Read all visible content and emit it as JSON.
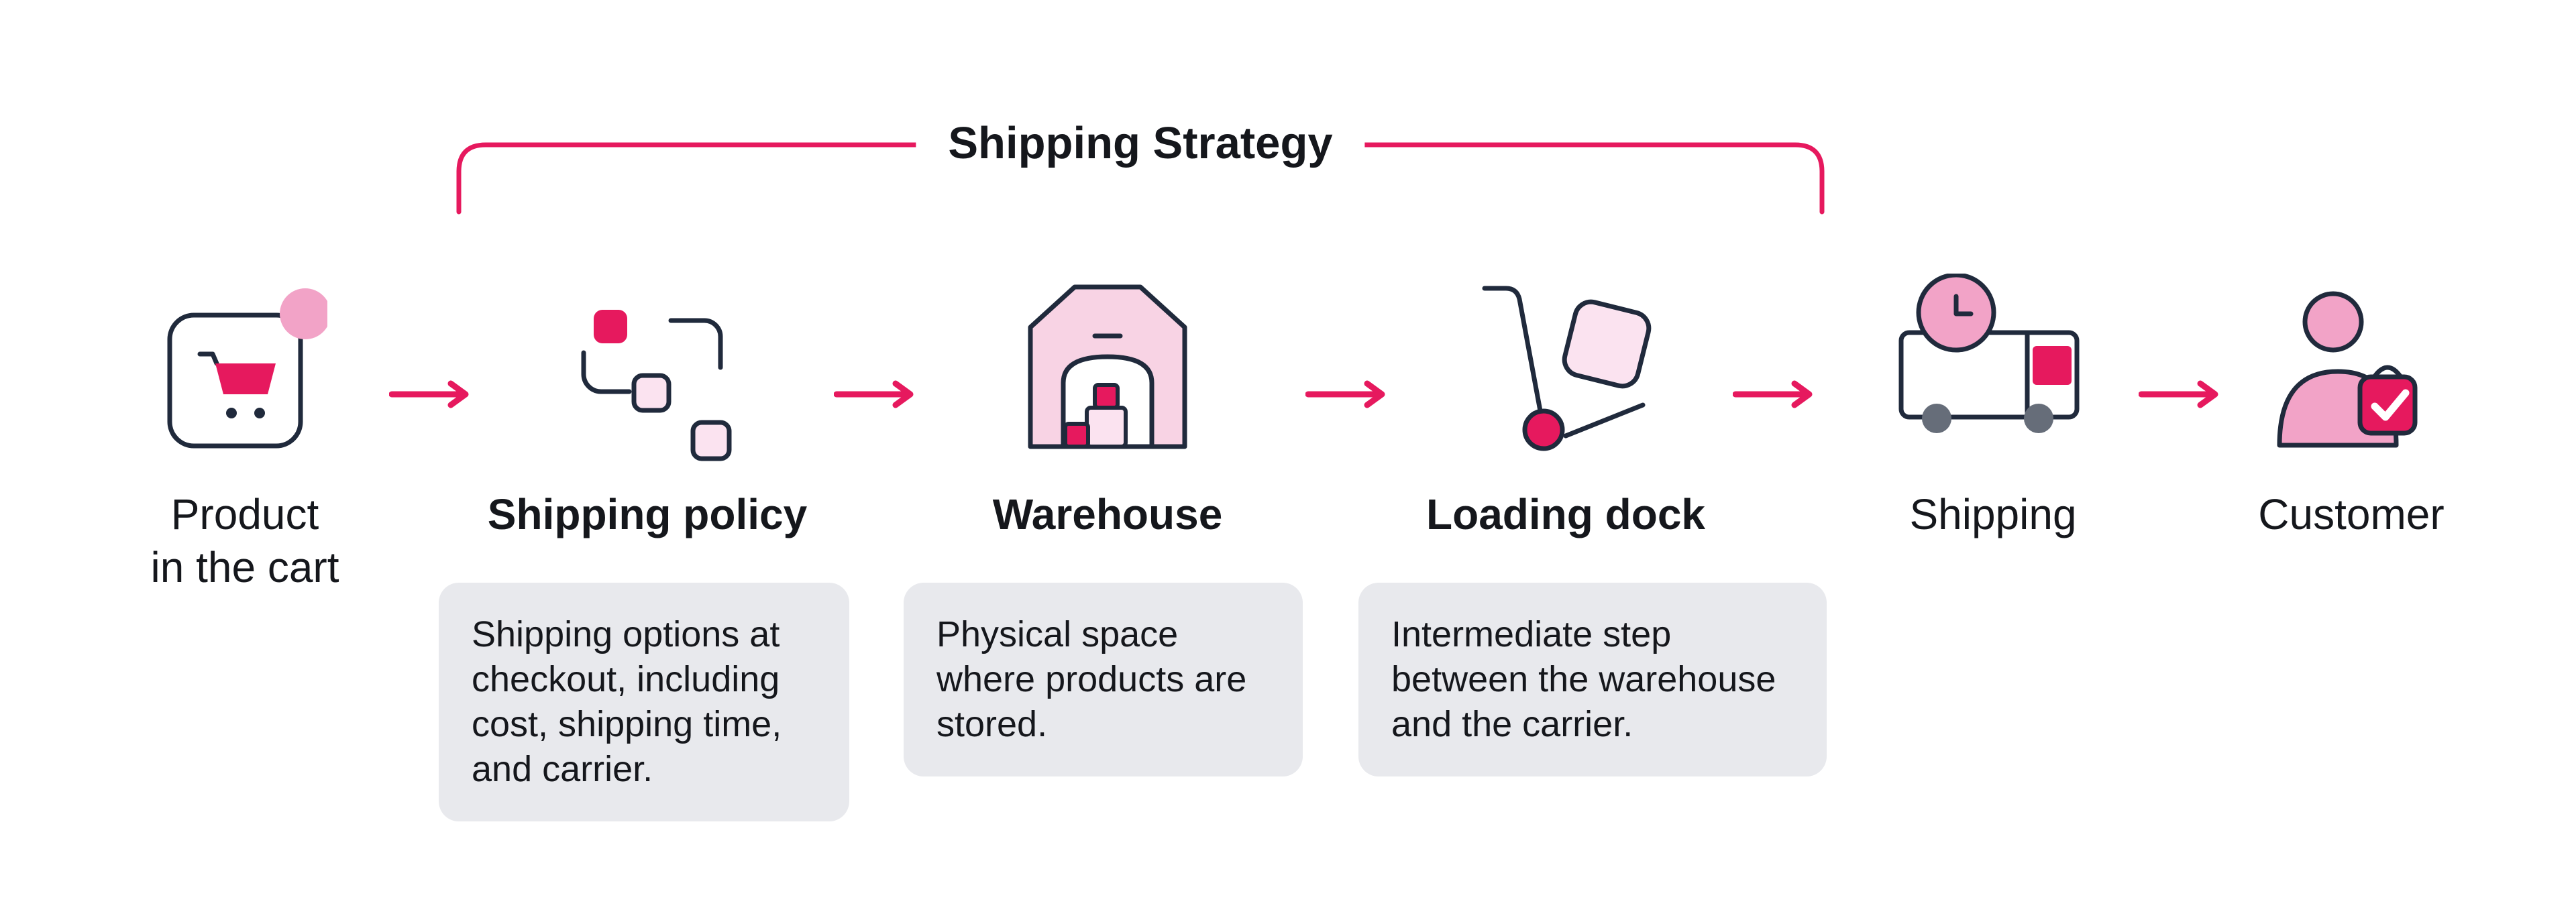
{
  "title": "Shipping Strategy",
  "colors": {
    "accent": "#E6195E",
    "pink_medium": "#F2A3C7",
    "pink_light": "#F8D3E4",
    "pink_pale": "#FBE3F0",
    "outline": "#202A3C",
    "box_bg": "#E8E9ED",
    "text": "#15171C",
    "wheel_gray": "#666D79"
  },
  "steps": [
    {
      "id": "product-in-cart",
      "label": "Product\nin the cart",
      "bold": false,
      "icon": "cart-icon"
    },
    {
      "id": "shipping-policy",
      "label": "Shipping policy",
      "bold": true,
      "icon": "workflow-icon",
      "description": "Shipping options at checkout, including cost, shipping time, and carrier."
    },
    {
      "id": "warehouse",
      "label": "Warehouse",
      "bold": true,
      "icon": "warehouse-icon",
      "description": "Physical space where products are stored."
    },
    {
      "id": "loading-dock",
      "label": "Loading dock",
      "bold": true,
      "icon": "hand-truck-icon",
      "description": "Intermediate step between the warehouse and the carrier."
    },
    {
      "id": "shipping",
      "label": "Shipping",
      "bold": false,
      "icon": "delivery-truck-icon"
    },
    {
      "id": "customer",
      "label": "Customer",
      "bold": false,
      "icon": "customer-icon"
    }
  ]
}
